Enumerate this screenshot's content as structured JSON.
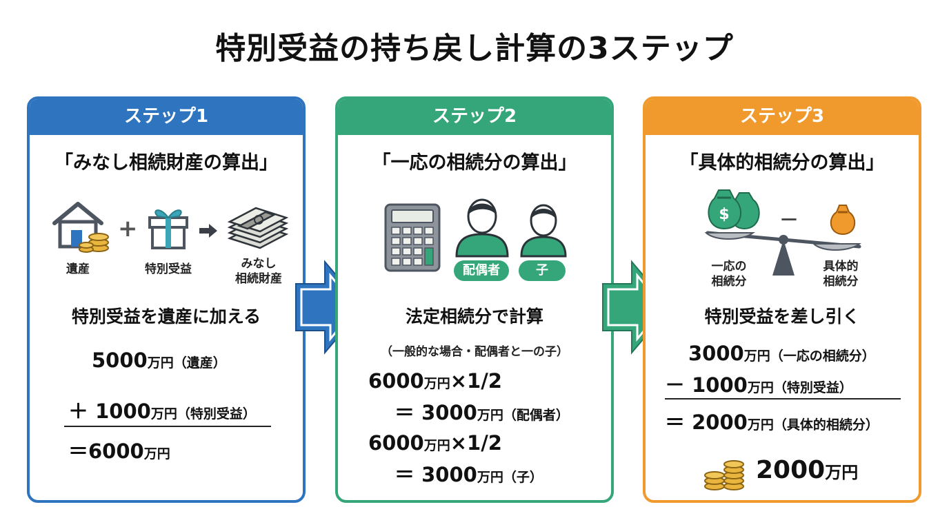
{
  "title": "特別受益の持ち戻し計算の3ステップ",
  "colors": {
    "step1": "#2f74bf",
    "step2": "#34a679",
    "step3": "#f09a2e"
  },
  "steps": [
    {
      "header": "ステップ1",
      "subtitle": "「みなし相続財産の算出」",
      "icons": [
        "house-with-coins-icon",
        "gift-icon",
        "money-stack-icon"
      ],
      "icon_labels": {
        "estate": "遺産",
        "gift": "特別受益",
        "deemed_1": "みなし",
        "deemed_2": "相続財産"
      },
      "operator_plus": "+",
      "lead": "特別受益を遺産に加える",
      "lines": [
        {
          "value": "5000",
          "unit": "万円",
          "note": "（遺産）"
        },
        {
          "value": "＋ 1000",
          "unit": "万円",
          "note": "（特別受益）"
        },
        {
          "value": "＝6000",
          "unit": "万円",
          "note": ""
        }
      ]
    },
    {
      "header": "ステップ2",
      "subtitle": "「一応の相続分の算出」",
      "icons": [
        "calculator-icon",
        "person-icon",
        "person-icon"
      ],
      "pills": {
        "spouse": "配偶者",
        "child": "子"
      },
      "lead": "法定相続分で計算",
      "case_note": "（一般的な場合・配偶者と一の子）",
      "lines": [
        {
          "value": "6000",
          "unit": "万円",
          "rest": "×1/2"
        },
        {
          "value": "＝ 3000",
          "unit": "万円",
          "note": "（配偶者）"
        },
        {
          "value": "6000",
          "unit": "万円",
          "rest": "×1/2"
        },
        {
          "value": "＝ 3000",
          "unit": "万円",
          "note": "（子）"
        }
      ]
    },
    {
      "header": "ステップ3",
      "subtitle": "「具体的相続分の算出」",
      "icons": [
        "money-bags-icon",
        "money-bag-icon",
        "balance-scale-icon",
        "coins-icon"
      ],
      "scale_labels": {
        "left_1": "一応の",
        "left_2": "相続分",
        "right_1": "具体的",
        "right_2": "相続分"
      },
      "operator_minus": "－",
      "lead": "特別受益を差し引く",
      "lines": [
        {
          "value": "3000",
          "unit": "万円",
          "note": "（一応の相続分）"
        },
        {
          "value": "－ 1000",
          "unit": "万円",
          "note": "（特別受益）"
        },
        {
          "value": "＝ 2000",
          "unit": "万円",
          "note": "（具体的相続分）"
        }
      ],
      "result": {
        "value": "2000",
        "unit": "万円"
      }
    }
  ]
}
